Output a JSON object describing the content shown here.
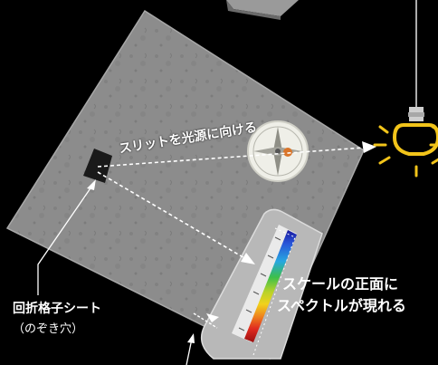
{
  "instruction_label": "スリットを光源に向ける",
  "grating_label": "回折格子シート",
  "peephole_label": "（のぞき穴）",
  "result_line1": "スケールの正面に",
  "result_line2": "スペクトルが現れる",
  "colors": {
    "background": "#000000",
    "card": "#8c8c8c",
    "bulb": "#f2c41a",
    "arrow": "#ffffff"
  },
  "icons": [
    "light-bulb-icon",
    "compass-icon",
    "peephole-square-icon",
    "spectrum-scale-icon"
  ]
}
